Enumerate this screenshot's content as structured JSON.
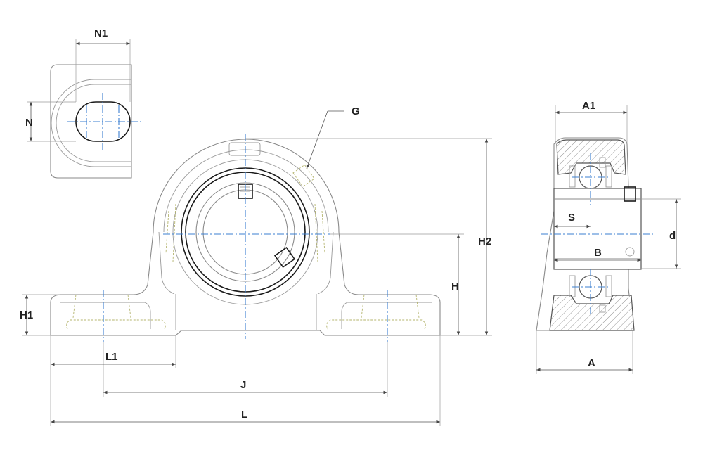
{
  "labels": {
    "N1": "N1",
    "N": "N",
    "G": "G",
    "A1": "A1",
    "H2": "H2",
    "S": "S",
    "d": "d",
    "B": "B",
    "H": "H",
    "H1": "H1",
    "L1": "L1",
    "J": "J",
    "L": "L",
    "A": "A"
  },
  "colors": {
    "centerline": "#3b7fd0",
    "hidden_line": "#b4b46e",
    "outline": "#8a8a8a",
    "dimension": "#555555"
  }
}
